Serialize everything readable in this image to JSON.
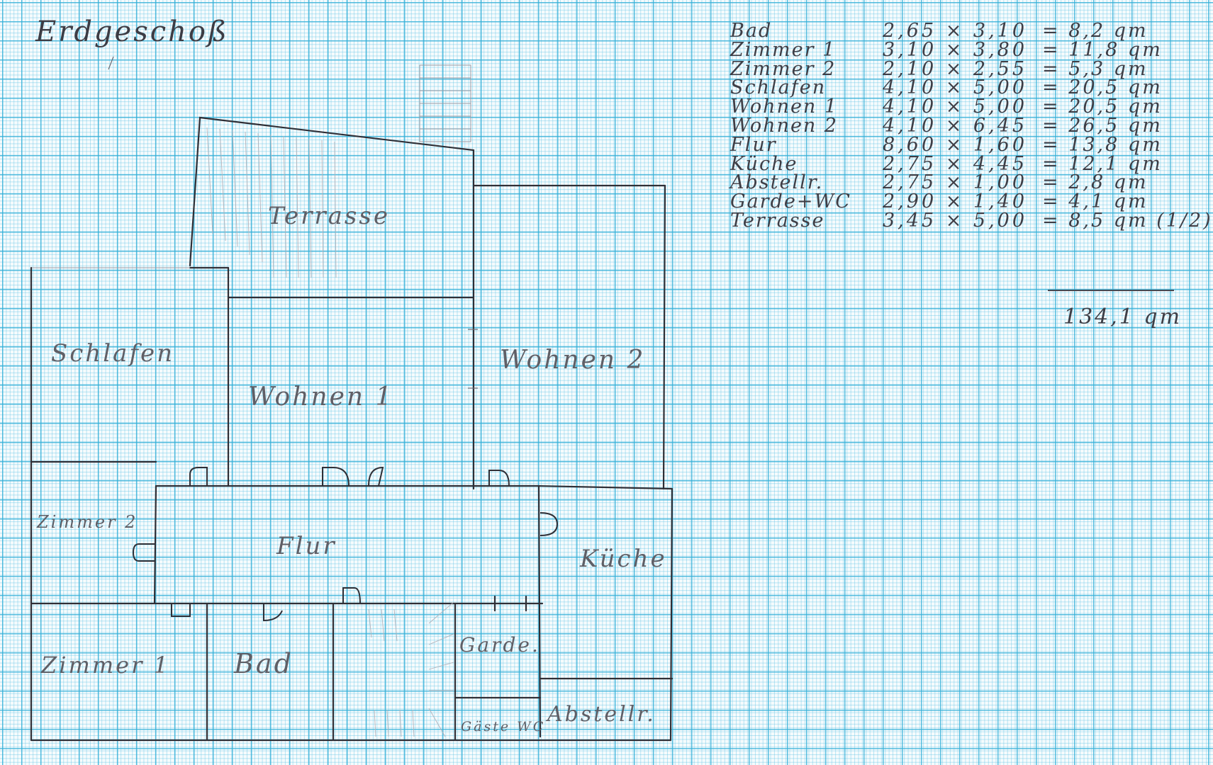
{
  "sheet": {
    "title": "Erdgeschoß"
  },
  "plan": {
    "rooms": {
      "terrasse": "Terrasse",
      "schlafen": "Schlafen",
      "wohnen1": "Wohnen 1",
      "wohnen2": "Wohnen 2",
      "zimmer2": "Zimmer 2",
      "flur": "Flur",
      "kueche": "Küche",
      "zimmer1": "Zimmer 1",
      "bad": "Bad",
      "garderobe": "Garde.",
      "gaestewc": "Gäste WC",
      "abstellr": "Abstellr."
    }
  },
  "area_table": {
    "rows": [
      {
        "room": "Bad",
        "dims": "2,65 × 3,10",
        "area": "= 8,2 qm"
      },
      {
        "room": "Zimmer 1",
        "dims": "3,10 × 3,80",
        "area": "= 11,8 qm"
      },
      {
        "room": "Zimmer 2",
        "dims": "2,10 × 2,55",
        "area": "= 5,3 qm"
      },
      {
        "room": "Schlafen",
        "dims": "4,10 × 5,00",
        "area": "= 20,5 qm"
      },
      {
        "room": "Wohnen 1",
        "dims": "4,10 × 5,00",
        "area": "= 20,5 qm"
      },
      {
        "room": "Wohnen 2",
        "dims": "4,10 × 6,45",
        "area": "= 26,5 qm"
      },
      {
        "room": "Flur",
        "dims": "8,60 × 1,60",
        "area": "= 13,8 qm"
      },
      {
        "room": "Küche",
        "dims": "2,75 × 4,45",
        "area": "= 12,1 qm"
      },
      {
        "room": "Abstellr.",
        "dims": "2,75 × 1,00",
        "area": "= 2,8 qm"
      },
      {
        "room": "Garde+WC",
        "dims": "2,90 × 1,40",
        "area": "= 4,1 qm"
      },
      {
        "room": "Terrasse",
        "dims": "3,45 × 5,00",
        "area": "= 8,5 qm (1/2)"
      }
    ],
    "total": "134,1 qm"
  }
}
